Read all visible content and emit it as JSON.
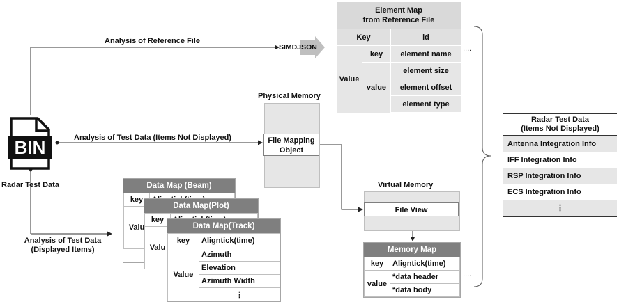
{
  "labels": {
    "analysis_reference": "Analysis of Reference File",
    "simdjson": "SIMDJSON",
    "analysis_test_not_displayed": "Analysis of Test Data (Items Not Displayed)",
    "analysis_test_displayed_line1": "Analysis of Test Data",
    "analysis_test_displayed_line2": "(Displayed Items)",
    "radar_test_data": "Radar Test Data",
    "bin": "BIN",
    "physical_memory": "Physical Memory",
    "file_mapping_line1": "File Mapping",
    "file_mapping_line2": "Object",
    "virtual_memory": "Virtual Memory",
    "file_view": "File View",
    "ellipsis_h": "....",
    "ellipsis_v": "⋮"
  },
  "element_map": {
    "title_line1": "Element Map",
    "title_line2": "from Reference File",
    "key_label": "Key",
    "key_value": "id",
    "value_label": "Value",
    "sub_key": "key",
    "sub_value": "value",
    "element_name": "element name",
    "element_size": "element size",
    "element_offset": "element offset",
    "element_type": "element type"
  },
  "data_maps": {
    "beam": {
      "title": "Data Map (Beam)",
      "key": "key",
      "value": "Valu",
      "alig": "Aligntick(time)"
    },
    "plot": {
      "title": "Data Map(Plot)",
      "key": "key",
      "value": "Valu",
      "alig": "Aligntick(time)"
    },
    "track": {
      "title": "Data Map(Track)",
      "key": "key",
      "value": "Value",
      "aligntick": "Aligntick(time)",
      "rows": [
        "Azimuth",
        "Elevation",
        "Azimuth Width"
      ],
      "more": "⋮"
    }
  },
  "memory_map": {
    "title": "Memory Map",
    "key": "key",
    "aligntick": "Aligntick(time)",
    "value": "value",
    "data_header": "*data header",
    "data_body": "*data body"
  },
  "radar_list": {
    "title_line1": "Radar Test Data",
    "title_line2": "(Items Not Displayed)",
    "items": [
      "Antenna Integration Info",
      "IFF Integration Info",
      "RSP Integration Info",
      "ECS Integration Info"
    ],
    "more": "⋮"
  }
}
